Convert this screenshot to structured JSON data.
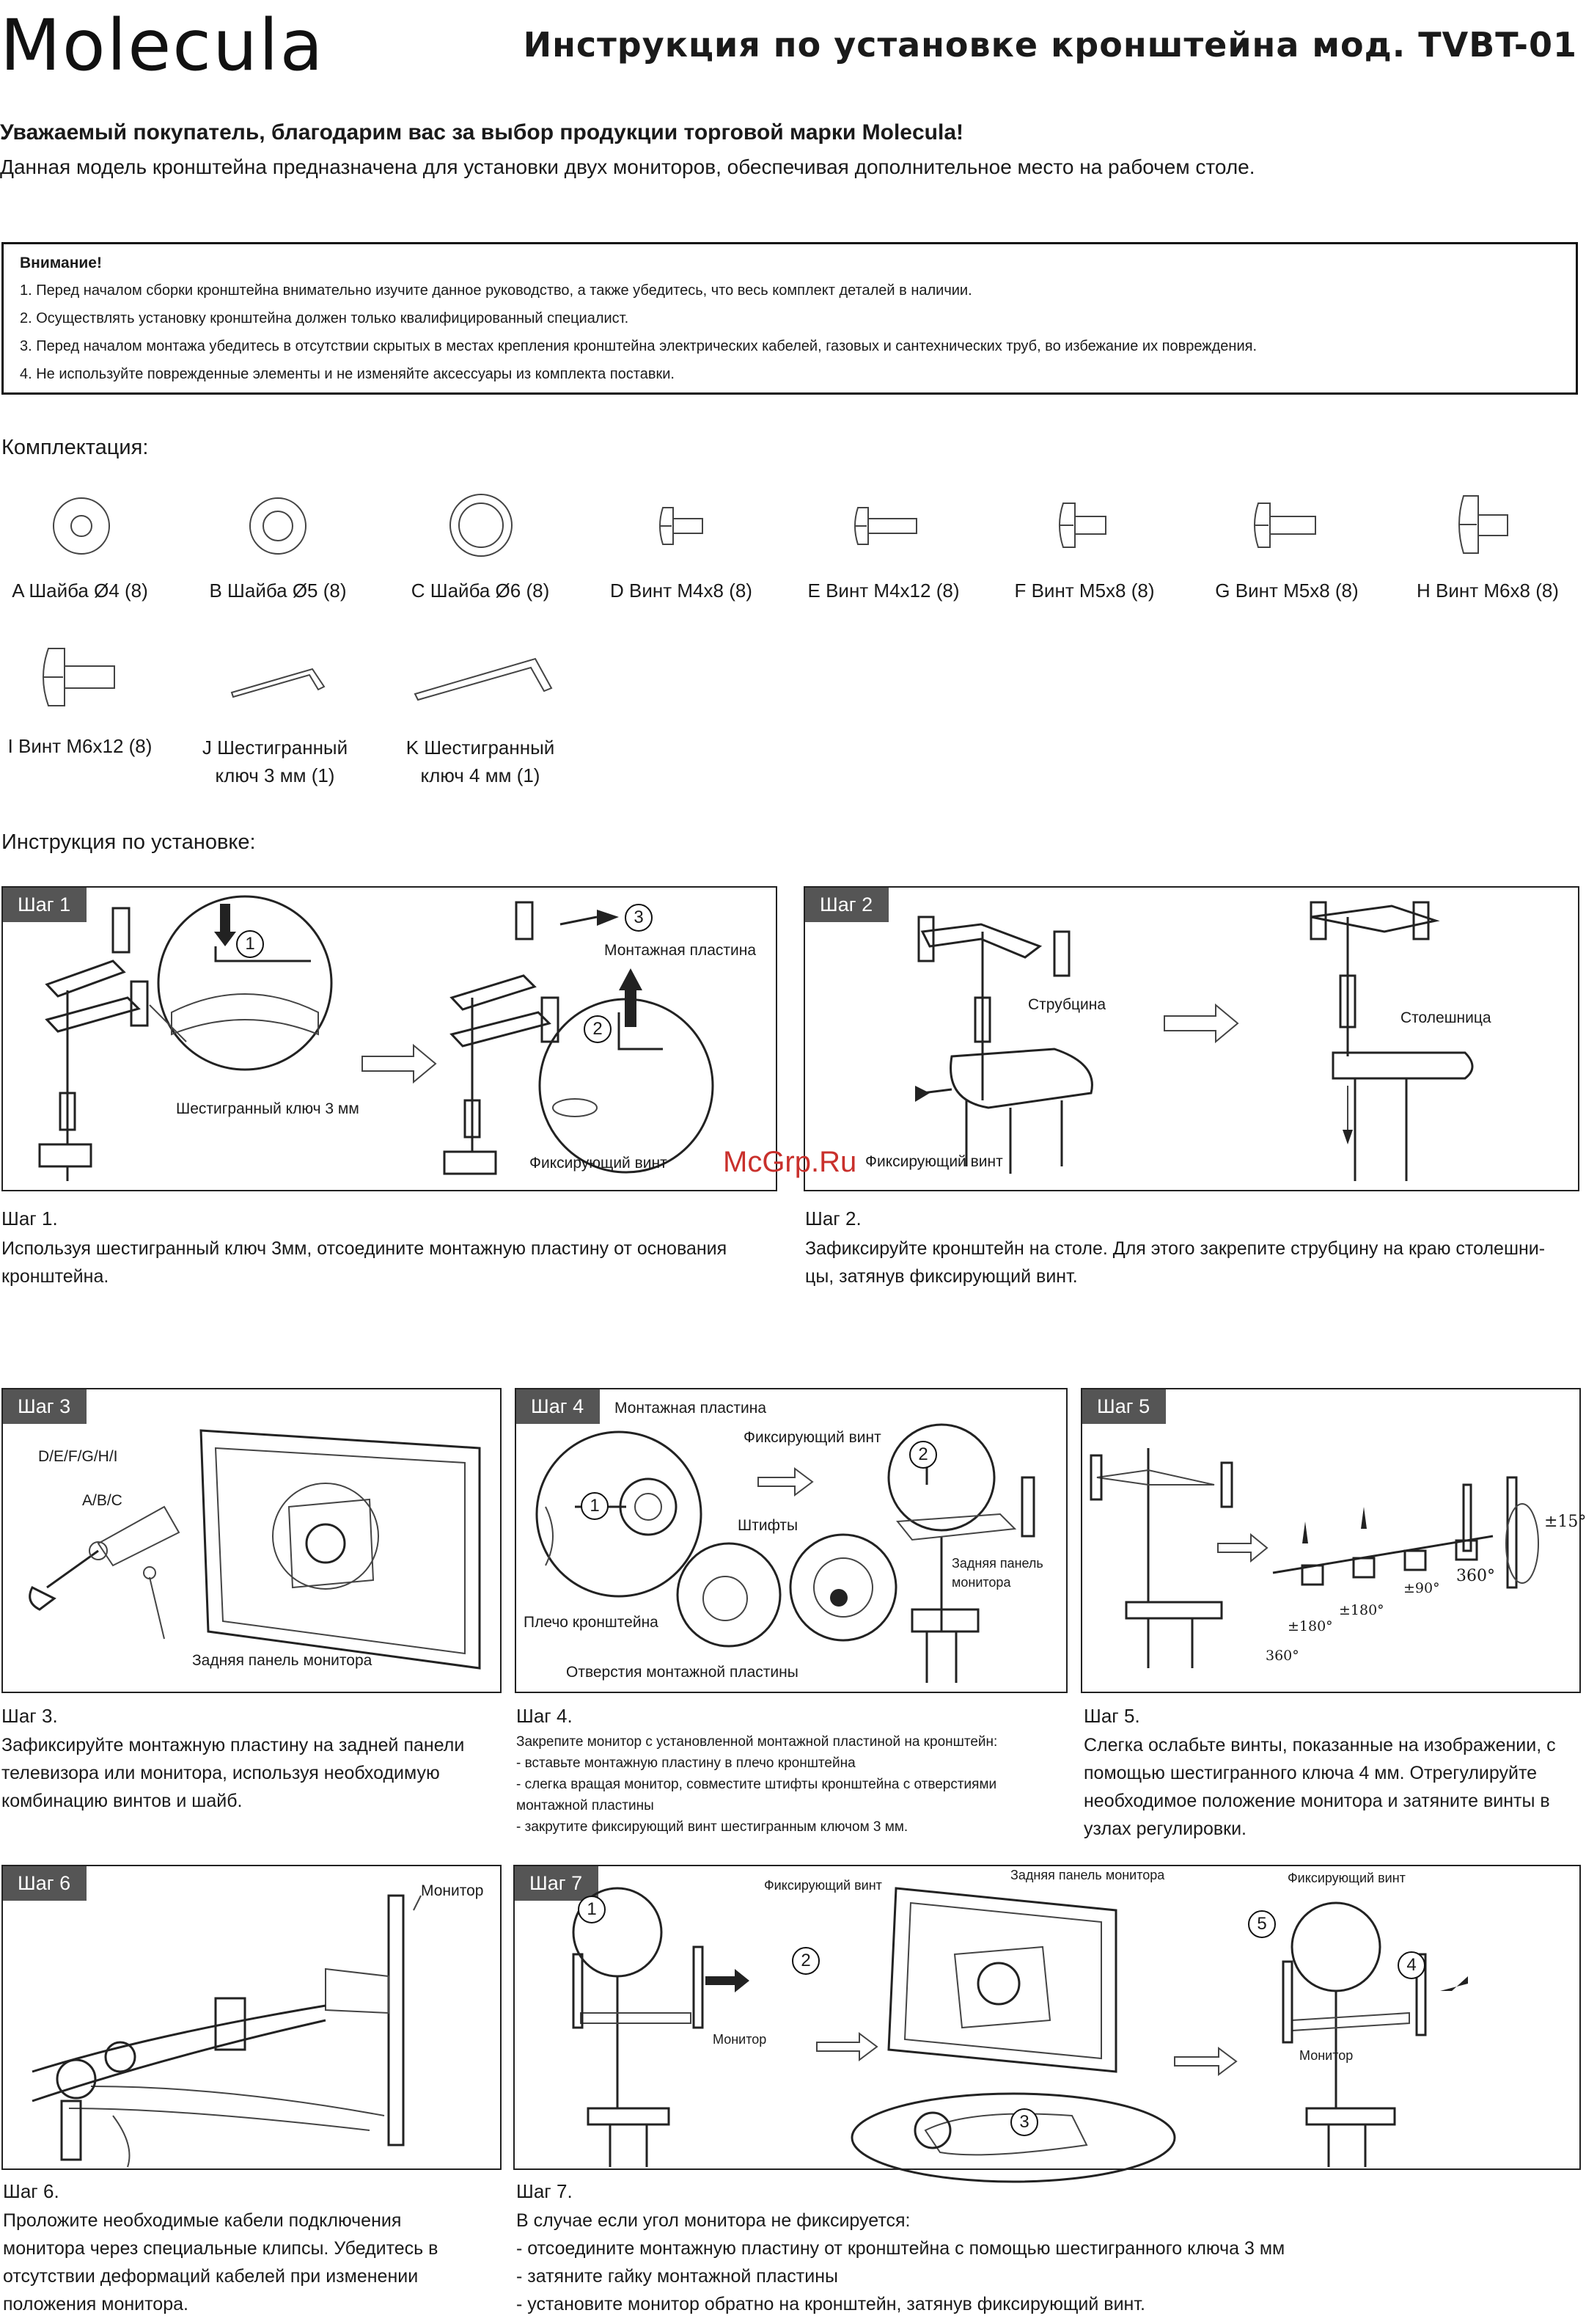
{
  "header": {
    "logo": "Molecula",
    "title": "Инструкция по установке кронштейна мод. TVBT-01"
  },
  "intro": {
    "greeting": "Уважаемый покупатель, благодарим вас за выбор продукции торговой марки Molecula!",
    "purpose": "Данная модель кронштейна предназначена для  установки двух мониторов, обеспечивая дополнительное место на рабочем столе."
  },
  "warning": {
    "title": "Внимание!",
    "lines": [
      "1. Перед началом сборки кронштейна внимательно изучите данное руководство, а также убедитесь, что весь комплект деталей в наличии.",
      "2. Осуществлять установку кронштейна должен только квалифицированный специалист.",
      "3. Перед началом монтажа убедитесь в отсутствии скрытых в местах крепления кронштейна электрических кабелей, газовых и сантехнических труб, во избежание их повреждения.",
      "4. Не используйте поврежденные элементы и не изменяйте аксессуары из комплекта поставки."
    ]
  },
  "parts": {
    "heading": "Комплектация:",
    "row1": [
      {
        "label": "A Шайба Ø4 (8)",
        "icon": "washer-icon"
      },
      {
        "label": "B Шайба Ø5 (8)",
        "icon": "washer-icon"
      },
      {
        "label": "C Шайба Ø6 (8)",
        "icon": "washer-icon"
      },
      {
        "label": "D Винт M4x8 (8)",
        "icon": "screw-icon"
      },
      {
        "label": "E Винт M4x12 (8)",
        "icon": "screw-icon"
      },
      {
        "label": "F Винт M5x8 (8)",
        "icon": "screw-icon"
      },
      {
        "label": "G Винт M5x8 (8)",
        "icon": "screw-icon"
      },
      {
        "label": "H Винт M6x8 (8)",
        "icon": "screw-icon"
      }
    ],
    "row2": [
      {
        "label": "I Винт M6x12 (8)",
        "icon": "screw-icon"
      },
      {
        "label_line1": "J Шестигранный",
        "label_line2": "ключ 3 мм (1)",
        "icon": "hex-key-icon"
      },
      {
        "label_line1": "K Шестигранный",
        "label_line2": "ключ 4 мм (1)",
        "icon": "hex-key-icon"
      }
    ]
  },
  "install": {
    "heading": "Инструкция по установке:",
    "steps": [
      {
        "tag": "Шаг 1",
        "callouts": [
          "Шестигранный ключ 3 мм",
          "Монтажная пластина",
          "Фиксирующий винт"
        ],
        "numbers": [
          "1",
          "2",
          "3"
        ],
        "heading": "Шаг 1.",
        "text": "Используя шестигранный ключ 3мм, отсоедините монтажную пластину от основания кронштейна."
      },
      {
        "tag": "Шаг 2",
        "callouts": [
          "Струбцина",
          "Столешница",
          "Фиксирующий винт"
        ],
        "heading": "Шаг 2.",
        "text": "Зафиксируйте кронштейн на столе. Для этого закрепите струбцину на краю столешни-цы, затянув фиксирующий винт."
      },
      {
        "tag": "Шаг 3",
        "callouts": [
          "D/E/F/G/H/I",
          "A/B/C",
          "Задняя панель монитора"
        ],
        "heading": "Шаг 3.",
        "text": "Зафиксируйте монтажную пластину на задней панели телевизора или монитора, используя необходимую комбинацию винтов и шайб."
      },
      {
        "tag": "Шаг 4",
        "callouts": [
          "Монтажная пластина",
          "Фиксирующий винт",
          "Штифты",
          "Задняя панель монитора",
          "Плечо кронштейна",
          "Отверстия монтажной пластины"
        ],
        "numbers": [
          "1",
          "2"
        ],
        "heading": "Шаг 4.",
        "lines": [
          "Закрепите монитор с установленной монтажной пластиной на кронштейн:",
          "- вставьте монтажную пластину в плечо кронштейна",
          "- слегка вращая монитор, совместите штифты кронштейна с отверстиями монтажной пластины",
          "- закрутите фиксирующий винт шестигранным ключом 3 мм."
        ]
      },
      {
        "tag": "Шаг 5",
        "angles": [
          "±15°",
          "360°",
          "±90°",
          "±180°",
          "±180°",
          "360°"
        ],
        "heading": "Шаг 5.",
        "text": "Слегка ослабьте винты, показанные на изображении, с помощью шестигранного ключа 4 мм. Отрегулируйте необходимое положение монитора  и затяните винты в узлах регулировки."
      },
      {
        "tag": "Шаг 6",
        "callouts": [
          "Монитор"
        ],
        "heading": "Шаг 6.",
        "text": "Проложите необходимые кабели подключения монитора через специальные  клипсы. Убедитесь в отсутствии деформаций кабелей при изменении положения монитора."
      },
      {
        "tag": "Шаг 7",
        "callouts": [
          "Фиксирующий винт",
          "Задняя панель монитора",
          "Фиксирующий винт",
          "Монитор",
          "Монитор"
        ],
        "numbers": [
          "1",
          "2",
          "3",
          "4",
          "5"
        ],
        "heading": "Шаг 7.",
        "lines": [
          "В случае если угол монитора не фиксируется:",
          "- отсоедините монтажную пластину от кронштейна с помощью шестигранного ключа 3 мм",
          "- затяните гайку монтажной пластины",
          "- установите монитор обратно на кронштейн, затянув фиксирующий винт."
        ]
      }
    ]
  },
  "watermark": "McGrp.Ru",
  "colors": {
    "tag_bg": "#555555",
    "watermark": "#c9302c",
    "border": "#111111"
  }
}
